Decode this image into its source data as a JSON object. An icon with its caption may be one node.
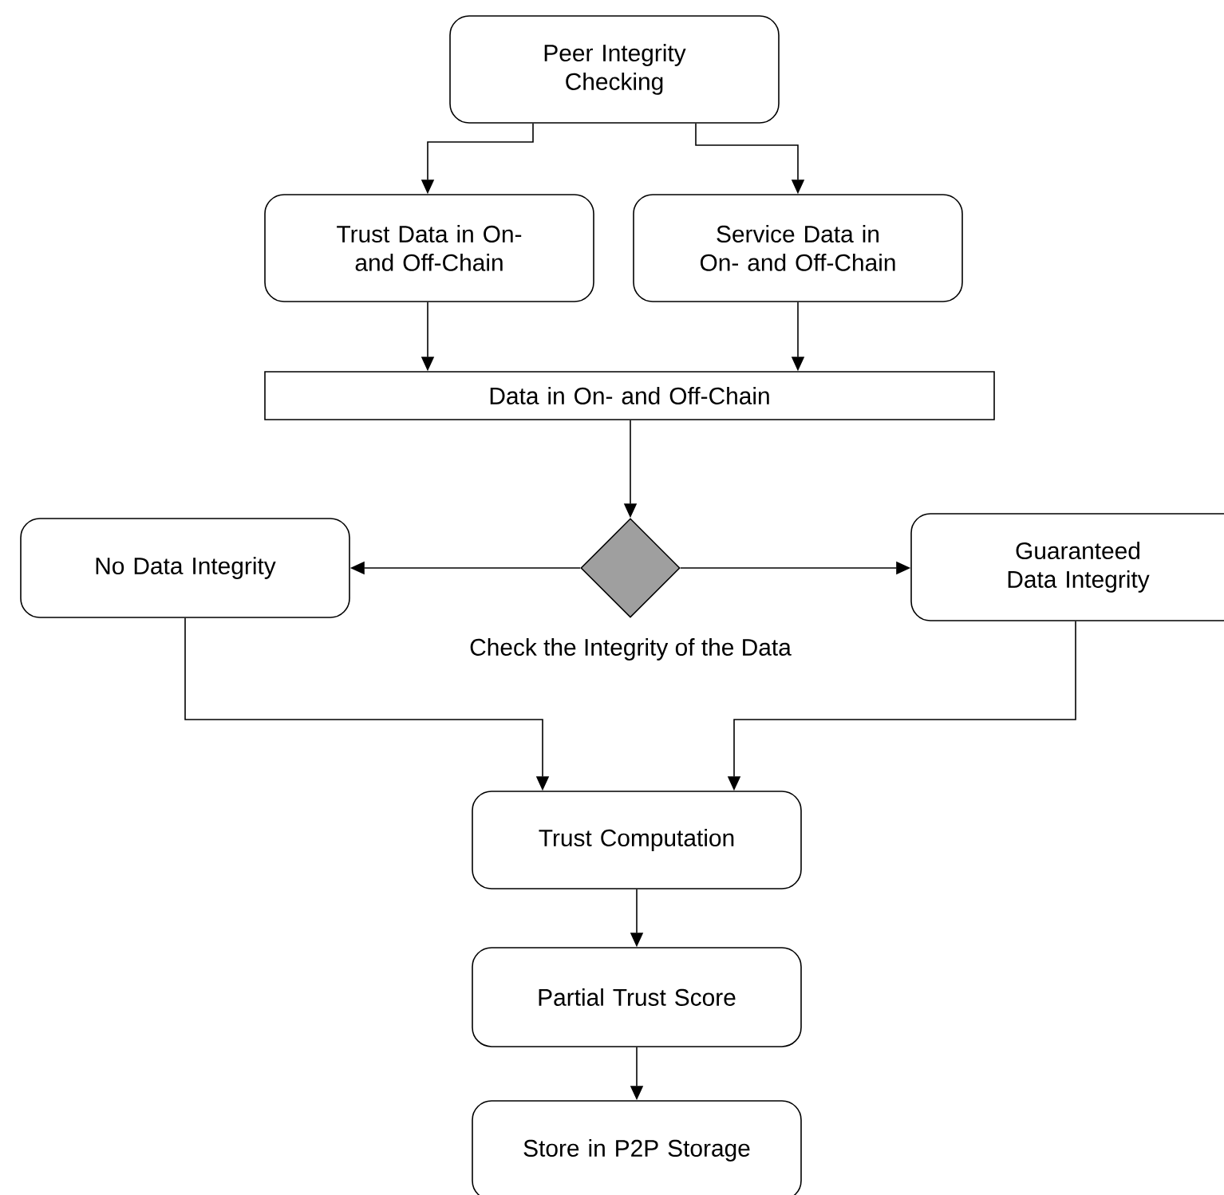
{
  "diagram": {
    "nodes": [
      {
        "text": [
          "Peer Integrity Checking"
        ]
      },
      {
        "text": [
          "Trust Data in On- and Off-Chain"
        ]
      },
      {
        "text": [
          "Service Data in On- and Off-Chain"
        ]
      },
      {
        "text": [
          "Data in On- and Off-Chain"
        ]
      },
      {
        "text": [],
        "shape": "diamond",
        "beside": [
          "Check the Integrity of the Data"
        ]
      },
      {
        "text": [
          "No Data Integrity"
        ]
      },
      {
        "text": [
          "Guaranteed Data Integrity"
        ]
      },
      {
        "text": [
          "Trust Computation"
        ]
      },
      {
        "text": [
          "Partial Trust Score"
        ]
      },
      {
        "text": [
          "Store in P2P Storage"
        ]
      }
    ],
    "edges": [
      {
        "from": 0,
        "to": 1,
        "arrow": "to"
      },
      {
        "from": 0,
        "to": 2,
        "arrow": "to"
      },
      {
        "from": 1,
        "to": 3,
        "arrow": "to"
      },
      {
        "from": 2,
        "to": 3,
        "arrow": "to"
      },
      {
        "from": 3,
        "to": 4,
        "arrow": "to"
      },
      {
        "from": 4,
        "to": 5,
        "arrow": "to"
      },
      {
        "from": 4,
        "to": 6,
        "arrow": "to"
      },
      {
        "from": 5,
        "to": 7,
        "arrow": "to"
      },
      {
        "from": 6,
        "to": 7,
        "arrow": "to"
      },
      {
        "from": 7,
        "to": 8,
        "arrow": "to"
      },
      {
        "from": 8,
        "to": 9,
        "arrow": "to"
      }
    ]
  }
}
